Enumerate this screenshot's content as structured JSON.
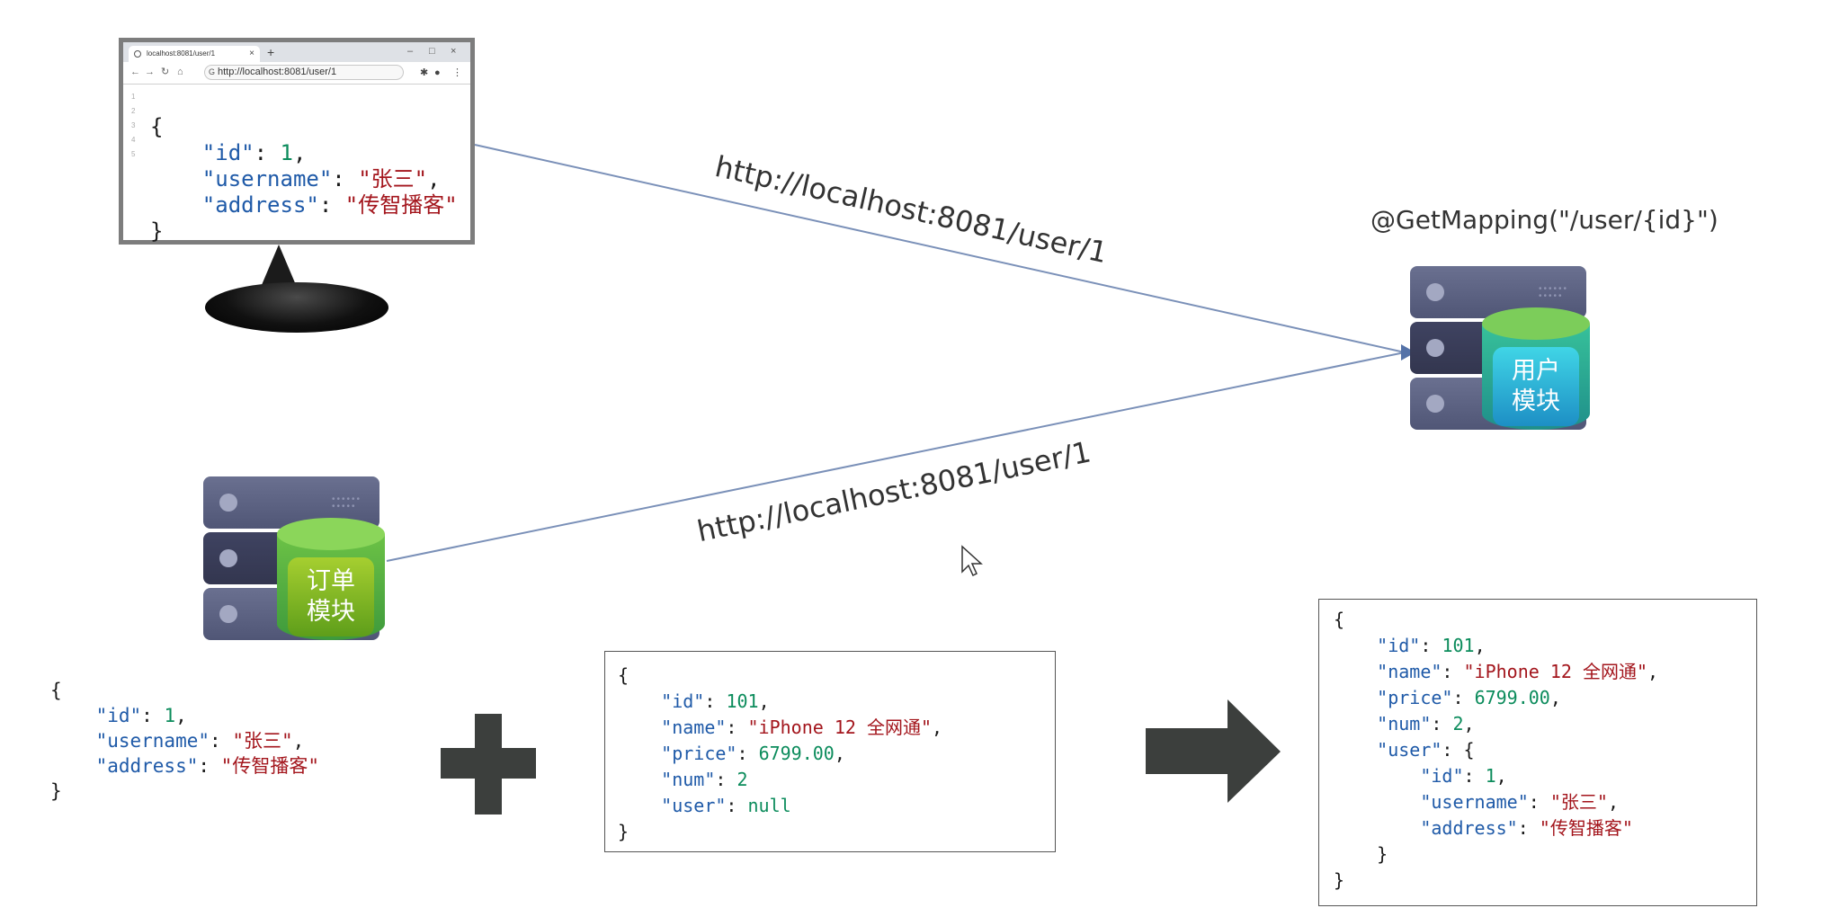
{
  "browser": {
    "tab_title": "localhost:8081/user/1",
    "url": "http://localhost:8081/user/1",
    "line_numbers": [
      "1",
      "2",
      "3",
      "4",
      "5"
    ],
    "json_lines": [
      [
        {
          "t": "{",
          "c": "p"
        }
      ],
      [
        {
          "t": "    ",
          "c": "p"
        },
        {
          "t": "\"id\"",
          "c": "k"
        },
        {
          "t": ": ",
          "c": "p"
        },
        {
          "t": "1",
          "c": "n"
        },
        {
          "t": ",",
          "c": "p"
        }
      ],
      [
        {
          "t": "    ",
          "c": "p"
        },
        {
          "t": "\"username\"",
          "c": "k"
        },
        {
          "t": ": ",
          "c": "p"
        },
        {
          "t": "\"张三\"",
          "c": "s"
        },
        {
          "t": ",",
          "c": "p"
        }
      ],
      [
        {
          "t": "    ",
          "c": "p"
        },
        {
          "t": "\"address\"",
          "c": "k"
        },
        {
          "t": ": ",
          "c": "p"
        },
        {
          "t": "\"传智播客\"",
          "c": "s"
        }
      ],
      [
        {
          "t": "}",
          "c": "p"
        }
      ]
    ]
  },
  "request_label_top": "http://localhost:8081/user/1",
  "request_label_bottom": "http://localhost:8081/user/1",
  "mapping_annotation": "@GetMapping(\"/user/{id}\")",
  "user_module": {
    "line1": "用户",
    "line2": "模块"
  },
  "order_module": {
    "line1": "订单",
    "line2": "模块"
  },
  "user_json": [
    [
      {
        "t": "{",
        "c": "p"
      }
    ],
    [
      {
        "t": "    ",
        "c": "p"
      },
      {
        "t": "\"id\"",
        "c": "k"
      },
      {
        "t": ": ",
        "c": "p"
      },
      {
        "t": "1",
        "c": "n"
      },
      {
        "t": ",",
        "c": "p"
      }
    ],
    [
      {
        "t": "    ",
        "c": "p"
      },
      {
        "t": "\"username\"",
        "c": "k"
      },
      {
        "t": ": ",
        "c": "p"
      },
      {
        "t": "\"张三\"",
        "c": "s"
      },
      {
        "t": ",",
        "c": "p"
      }
    ],
    [
      {
        "t": "    ",
        "c": "p"
      },
      {
        "t": "\"address\"",
        "c": "k"
      },
      {
        "t": ": ",
        "c": "p"
      },
      {
        "t": "\"传智播客\"",
        "c": "s"
      }
    ],
    [
      {
        "t": "}",
        "c": "p"
      }
    ]
  ],
  "order_json": [
    [
      {
        "t": "{",
        "c": "p"
      }
    ],
    [
      {
        "t": "    ",
        "c": "p"
      },
      {
        "t": "\"id\"",
        "c": "k"
      },
      {
        "t": ": ",
        "c": "p"
      },
      {
        "t": "101",
        "c": "n"
      },
      {
        "t": ",",
        "c": "p"
      }
    ],
    [
      {
        "t": "    ",
        "c": "p"
      },
      {
        "t": "\"name\"",
        "c": "k"
      },
      {
        "t": ": ",
        "c": "p"
      },
      {
        "t": "\"iPhone 12 全网通\"",
        "c": "s"
      },
      {
        "t": ",",
        "c": "p"
      }
    ],
    [
      {
        "t": "    ",
        "c": "p"
      },
      {
        "t": "\"price\"",
        "c": "k"
      },
      {
        "t": ": ",
        "c": "p"
      },
      {
        "t": "6799.00",
        "c": "n"
      },
      {
        "t": ",",
        "c": "p"
      }
    ],
    [
      {
        "t": "    ",
        "c": "p"
      },
      {
        "t": "\"num\"",
        "c": "k"
      },
      {
        "t": ": ",
        "c": "p"
      },
      {
        "t": "2",
        "c": "n"
      }
    ],
    [
      {
        "t": "    ",
        "c": "p"
      },
      {
        "t": "\"user\"",
        "c": "k"
      },
      {
        "t": ": ",
        "c": "p"
      },
      {
        "t": "null",
        "c": "n"
      }
    ],
    [
      {
        "t": "}",
        "c": "p"
      }
    ]
  ],
  "merged_json": [
    [
      {
        "t": "{",
        "c": "p"
      }
    ],
    [
      {
        "t": "    ",
        "c": "p"
      },
      {
        "t": "\"id\"",
        "c": "k"
      },
      {
        "t": ": ",
        "c": "p"
      },
      {
        "t": "101",
        "c": "n"
      },
      {
        "t": ",",
        "c": "p"
      }
    ],
    [
      {
        "t": "    ",
        "c": "p"
      },
      {
        "t": "\"name\"",
        "c": "k"
      },
      {
        "t": ": ",
        "c": "p"
      },
      {
        "t": "\"iPhone 12 全网通\"",
        "c": "s"
      },
      {
        "t": ",",
        "c": "p"
      }
    ],
    [
      {
        "t": "    ",
        "c": "p"
      },
      {
        "t": "\"price\"",
        "c": "k"
      },
      {
        "t": ": ",
        "c": "p"
      },
      {
        "t": "6799.00",
        "c": "n"
      },
      {
        "t": ",",
        "c": "p"
      }
    ],
    [
      {
        "t": "    ",
        "c": "p"
      },
      {
        "t": "\"num\"",
        "c": "k"
      },
      {
        "t": ": ",
        "c": "p"
      },
      {
        "t": "2",
        "c": "n"
      },
      {
        "t": ",",
        "c": "p"
      }
    ],
    [
      {
        "t": "    ",
        "c": "p"
      },
      {
        "t": "\"user\"",
        "c": "k"
      },
      {
        "t": ": {",
        "c": "p"
      }
    ],
    [
      {
        "t": "        ",
        "c": "p"
      },
      {
        "t": "\"id\"",
        "c": "k"
      },
      {
        "t": ": ",
        "c": "p"
      },
      {
        "t": "1",
        "c": "n"
      },
      {
        "t": ",",
        "c": "p"
      }
    ],
    [
      {
        "t": "        ",
        "c": "p"
      },
      {
        "t": "\"username\"",
        "c": "k"
      },
      {
        "t": ": ",
        "c": "p"
      },
      {
        "t": "\"张三\"",
        "c": "s"
      },
      {
        "t": ",",
        "c": "p"
      }
    ],
    [
      {
        "t": "        ",
        "c": "p"
      },
      {
        "t": "\"address\"",
        "c": "k"
      },
      {
        "t": ": ",
        "c": "p"
      },
      {
        "t": "\"传智播客\"",
        "c": "s"
      }
    ],
    [
      {
        "t": "    }",
        "c": "p"
      }
    ],
    [
      {
        "t": "}",
        "c": "p"
      }
    ]
  ],
  "icons": {
    "plus": "plus-icon",
    "arrow": "arrow-right-icon",
    "cursor": "mouse-cursor-icon"
  },
  "colors": {
    "json_key": "#1f5aa8",
    "json_string": "#a3151c",
    "json_number": "#0c8c5c",
    "connector_line": "#7a90b8"
  }
}
